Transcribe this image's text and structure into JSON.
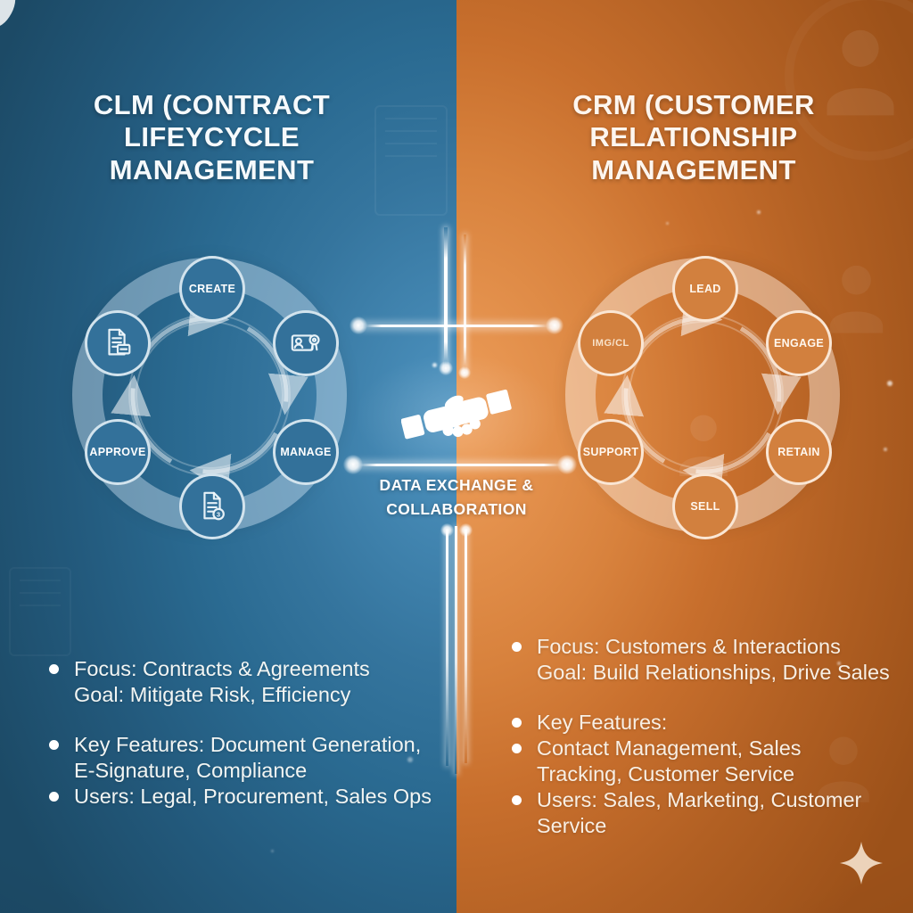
{
  "clm": {
    "title": "CLM (CONTRACT\nLIFEYCYCLE\nMANAGEMENT",
    "accent": "#2e6f96",
    "cycle_nodes": [
      {
        "type": "label",
        "label": "CREATE"
      },
      {
        "type": "icon",
        "icon": "id-card-stamp-icon"
      },
      {
        "type": "label",
        "label": "MANAGE"
      },
      {
        "type": "icon",
        "icon": "document-badge-icon",
        "badge": "3"
      },
      {
        "type": "label",
        "label": "APPROVE"
      },
      {
        "type": "icon",
        "icon": "document-card-icon"
      }
    ],
    "bullets": [
      "Focus: Contracts & Agreements\nGoal: Mitigate Risk, Efficiency",
      "Key Features: Document Generation,\nE-Signature, Compliance",
      "Users: Legal, Procurement, Sales Ops"
    ]
  },
  "crm": {
    "title": "CRM (CUSTOMER\nRELATIONSHIP\nMANAGEMENT",
    "accent": "#c96f2e",
    "cycle_nodes": [
      {
        "type": "label",
        "label": "LEAD"
      },
      {
        "type": "label",
        "label": "ENGAGE"
      },
      {
        "type": "label",
        "label": "RETAIN"
      },
      {
        "type": "label",
        "label": "SELL"
      },
      {
        "type": "label",
        "label": "SUPPORT"
      },
      {
        "type": "label",
        "label": "IMG/CL"
      }
    ],
    "bullets": [
      "Focus: Customers & Interactions\nGoal: Build Relationships, Drive Sales",
      "Key Features:",
      "Contact Management, Sales\nTracking, Customer Service",
      "Users: Sales, Marketing, Customer Service"
    ]
  },
  "center": {
    "icon": "handshake-icon",
    "label": "DATA EXCHANGE &\nCOLLABORATION"
  }
}
